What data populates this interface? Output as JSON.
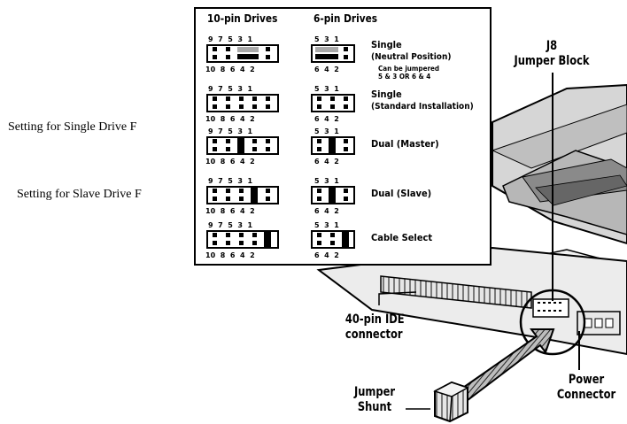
{
  "side_labels": {
    "single": "Setting for Single Drive F",
    "slave": "Setting for Slave Drive  F"
  },
  "legend": {
    "header_10pin": "10-pin Drives",
    "header_6pin": "6-pin Drives",
    "top_pins_10": "9  7  5  3  1",
    "bottom_pins_10": "10  8  6  4  2",
    "top_pins_6": "5  3  1",
    "bottom_pins_6": "6  4  2",
    "rows": [
      {
        "label": "Single",
        "sub": "(Neutral Position)",
        "note1": "Can be jumpered",
        "note2": "5 & 3 OR 6 & 4"
      },
      {
        "label": "Single",
        "sub": "(Standard Installation)"
      },
      {
        "label": "Dual (Master)"
      },
      {
        "label": "Dual (Slave)"
      },
      {
        "label": "Cable Select"
      }
    ]
  },
  "callouts": {
    "j8_line1": "J8",
    "j8_line2": "Jumper Block",
    "ide_line1": "40-pin IDE",
    "ide_line2": "connector",
    "power_line1": "Power",
    "power_line2": "Connector",
    "shunt_line1": "Jumper",
    "shunt_line2": "Shunt"
  },
  "colors": {
    "neutral_jumper_light": "#a9a9a9",
    "line": "#000000",
    "drive_shade": "#cfcfcf"
  }
}
